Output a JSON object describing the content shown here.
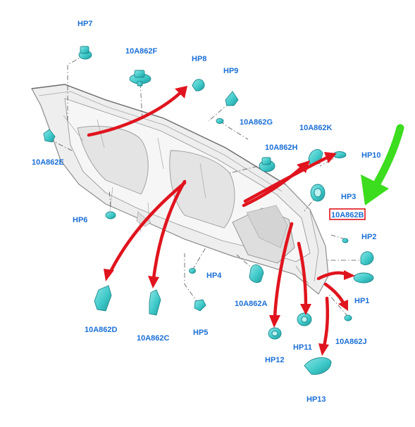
{
  "labels": {
    "hp7": "HP7",
    "a10862f": "10A862F",
    "hp8": "HP8",
    "hp9": "HP9",
    "a10862g": "10A862G",
    "a10862e": "10A862E",
    "a10862k": "10A862K",
    "a10862h": "10A862H",
    "hp10": "HP10",
    "hp3": "HP3",
    "a10862b": "10A862B",
    "hp6": "HP6",
    "hp2": "HP2",
    "hp4": "HP4",
    "hp1": "HP1",
    "a10862a": "10A862A",
    "a10862d": "10A862D",
    "a10862c": "10A862C",
    "hp5": "HP5",
    "a10862j": "10A862J",
    "hp11": "HP11",
    "hp12": "HP12",
    "hp13": "HP13"
  },
  "highlighted_label": "a10862b",
  "colors": {
    "label_text": "#1a6fd6",
    "highlight_box": "#e0141e",
    "arrow_red": "#e0141e",
    "arrow_green": "#3cdc1e",
    "part_fill": "#3fc9c9",
    "part_stroke": "#1c8a8e",
    "panel_fill": "#eeeeee",
    "panel_stroke": "#8c8c8c"
  }
}
